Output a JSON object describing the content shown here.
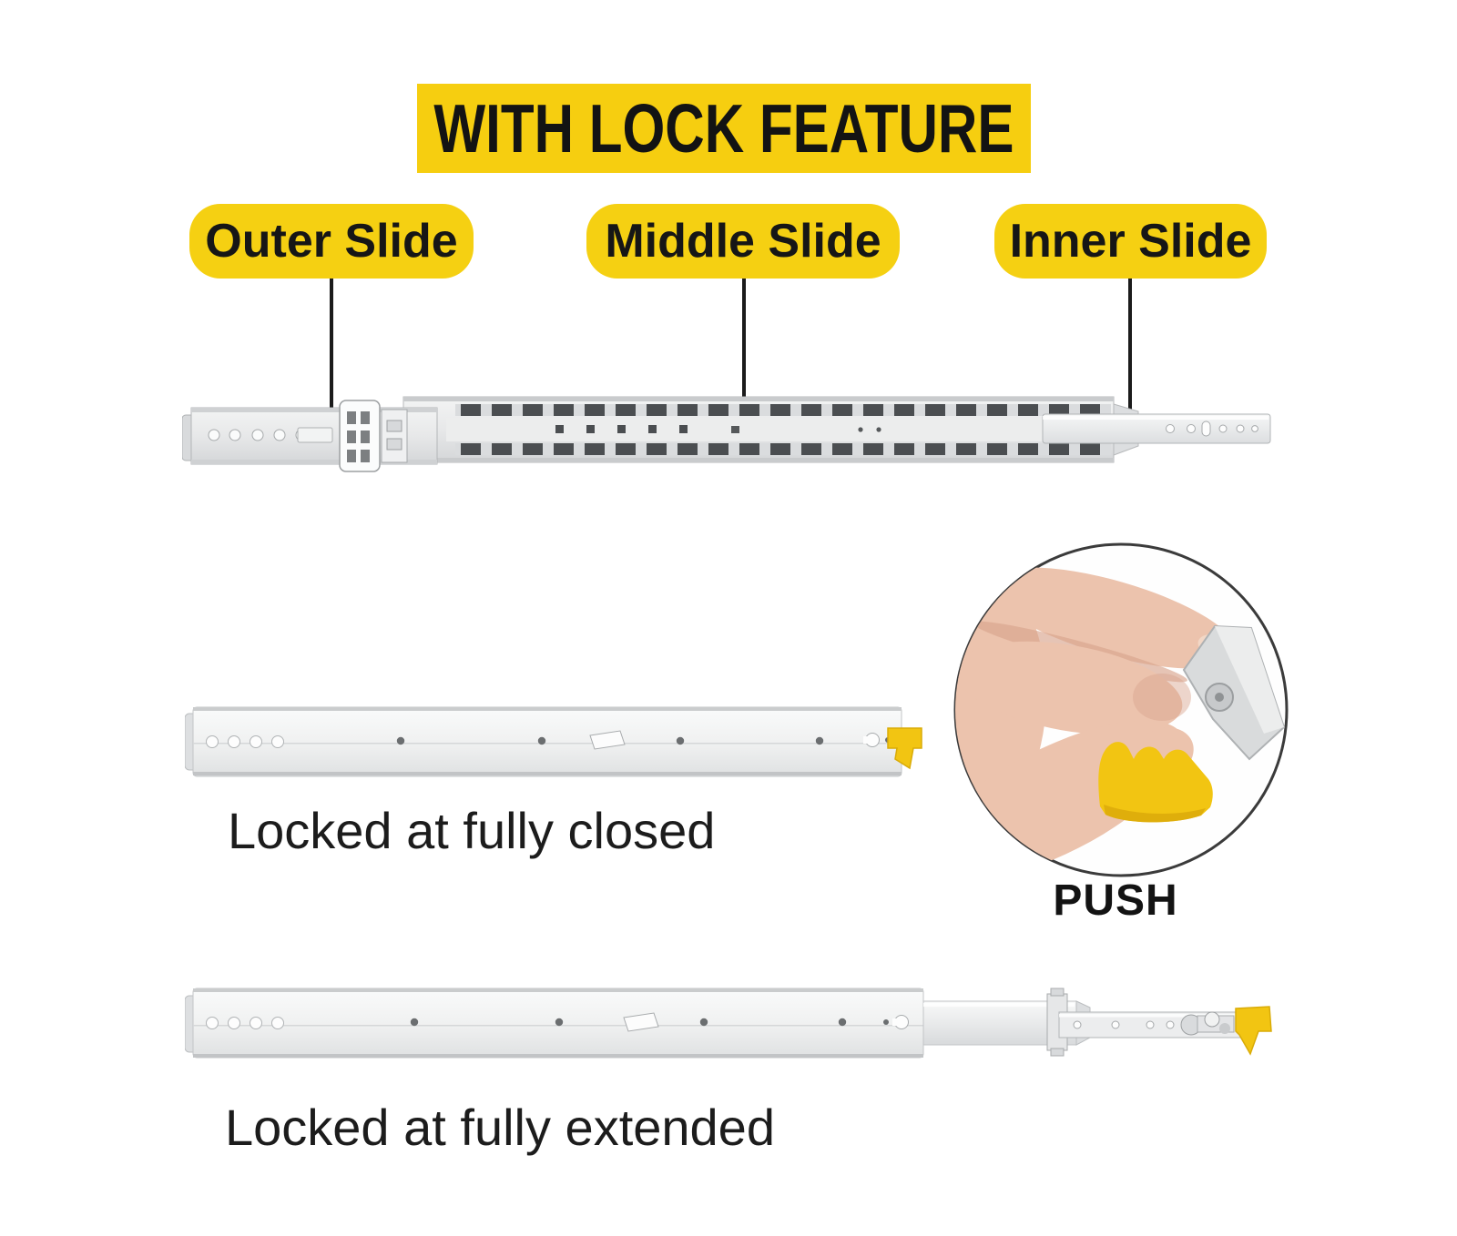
{
  "title": {
    "text": "WITH LOCK FEATURE"
  },
  "callouts": [
    {
      "label": "Outer Slide"
    },
    {
      "label": "Middle Slide"
    },
    {
      "label": "Inner Slide"
    }
  ],
  "captions": {
    "closed": "Locked at fully closed",
    "extended": "Locked at fully extended",
    "push": "PUSH"
  },
  "colors": {
    "accent_yellow": "#F6CE10",
    "label_yellow": "#F5D012",
    "lock_yellow": "#F2C512",
    "lock_yellow_dark": "#D9A70A",
    "text_black": "#1A1A1A",
    "rail_light": "#F4F5F5",
    "rail_mid": "#E7E8E9",
    "rail_dark": "#C6C8CA",
    "slot_dark": "#4B4E51",
    "skin": "#ECC3AD",
    "skin_shadow": "#D9A58E"
  }
}
